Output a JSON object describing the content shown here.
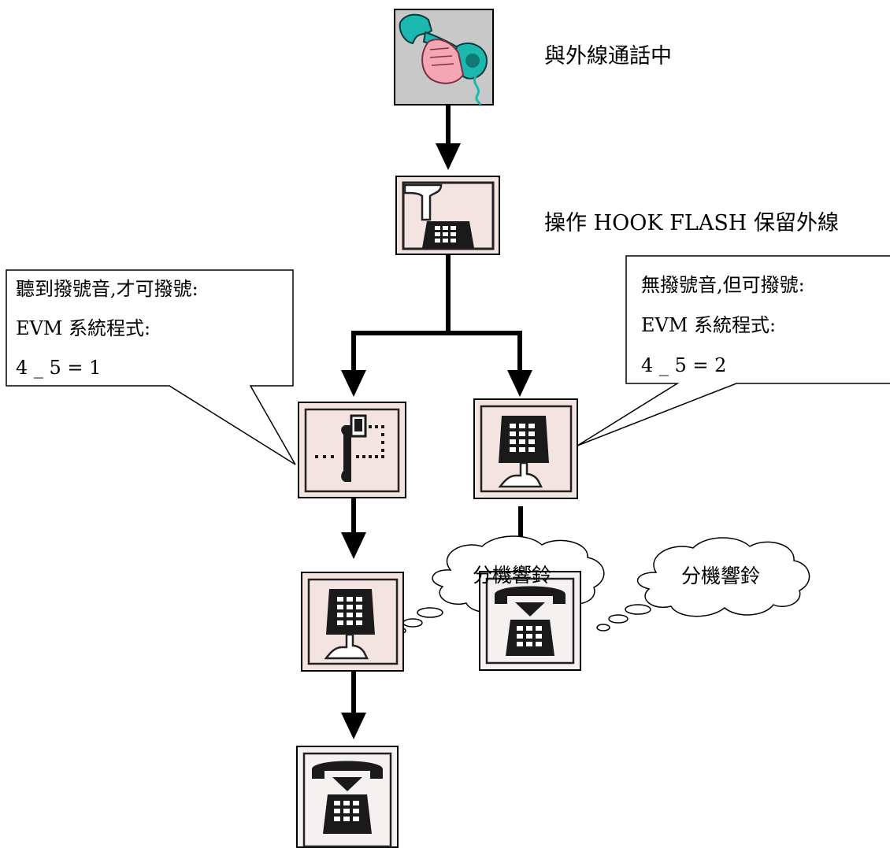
{
  "diagram": {
    "nodes": [
      {
        "id": "external-call",
        "icon": "hand-holding-handset-icon",
        "label": "與外線通話中"
      },
      {
        "id": "hook-flash",
        "icon": "hook-flash-phone-icon",
        "label": "操作  HOOK FLASH  保留外線"
      },
      {
        "id": "dial-tone",
        "icon": "handset-dial-tone-icon"
      },
      {
        "id": "no-dial-tone-dial",
        "icon": "dial-keypad-icon"
      },
      {
        "id": "dial-left",
        "icon": "dial-keypad-icon"
      },
      {
        "id": "ring-right",
        "icon": "ringing-phone-icon"
      },
      {
        "id": "ring-left",
        "icon": "ringing-phone-icon"
      }
    ],
    "callouts": {
      "left": {
        "lines": [
          "聽到撥號音,才可撥號:",
          "EVM  系統程式:",
          "4 _ 5 = 1"
        ]
      },
      "right": {
        "lines": [
          "無撥號音,但可撥號:",
          "EVM  系統程式:",
          "4 _ 5 = 2"
        ]
      }
    },
    "clouds": {
      "right": {
        "text": "分機響鈴"
      },
      "left": {
        "text": "分機響鈴"
      }
    },
    "colors": {
      "icon_bg": "#f3e3e1",
      "phone_body": "#1a1a1a",
      "handset_teal": "#1bb8b0",
      "hand_pink": "#f4a6b4",
      "top_icon_bg": "#c8c8c8"
    }
  }
}
